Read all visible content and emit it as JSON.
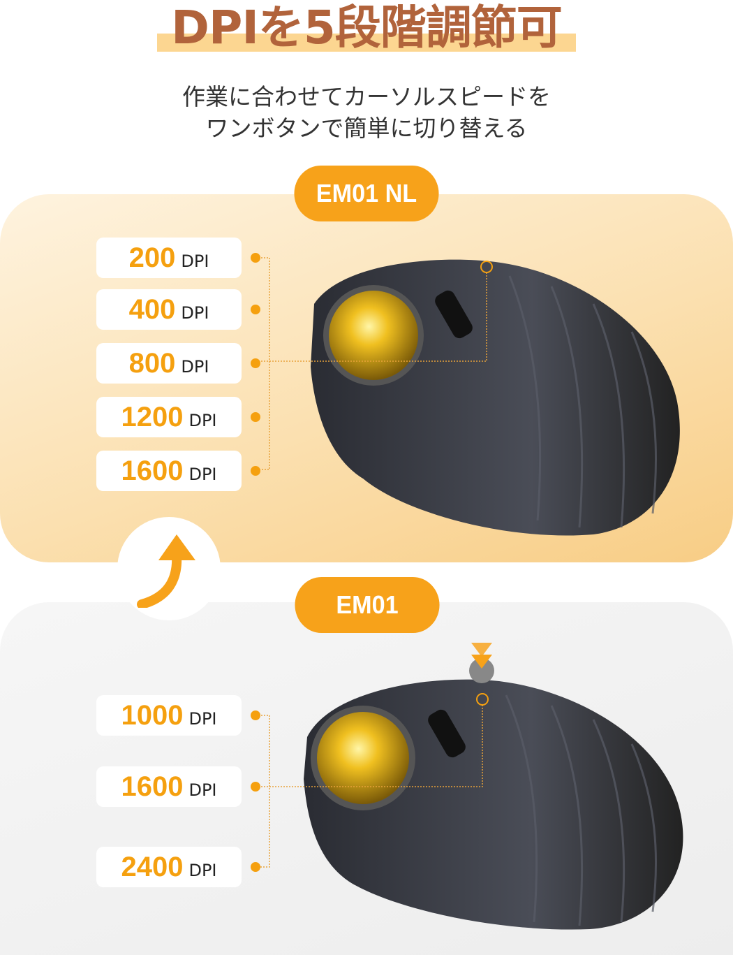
{
  "header": {
    "title": "DPIを5段階調節可",
    "subtitle_line1": "作業に合わせてカーソルスピードを",
    "subtitle_line2": "ワンボタンで簡単に切り替える"
  },
  "top": {
    "model": "EM01 NL",
    "unit": "DPI",
    "levels": [
      "200",
      "400",
      "800",
      "1200",
      "1600"
    ],
    "active": "800"
  },
  "bottom": {
    "model": "EM01",
    "unit": "DPI",
    "levels": [
      "1000",
      "1600",
      "2400"
    ],
    "active": "1600"
  },
  "colors": {
    "accent": "#F7A21A",
    "title": "#B1633B",
    "highlight": "#FCD691"
  }
}
